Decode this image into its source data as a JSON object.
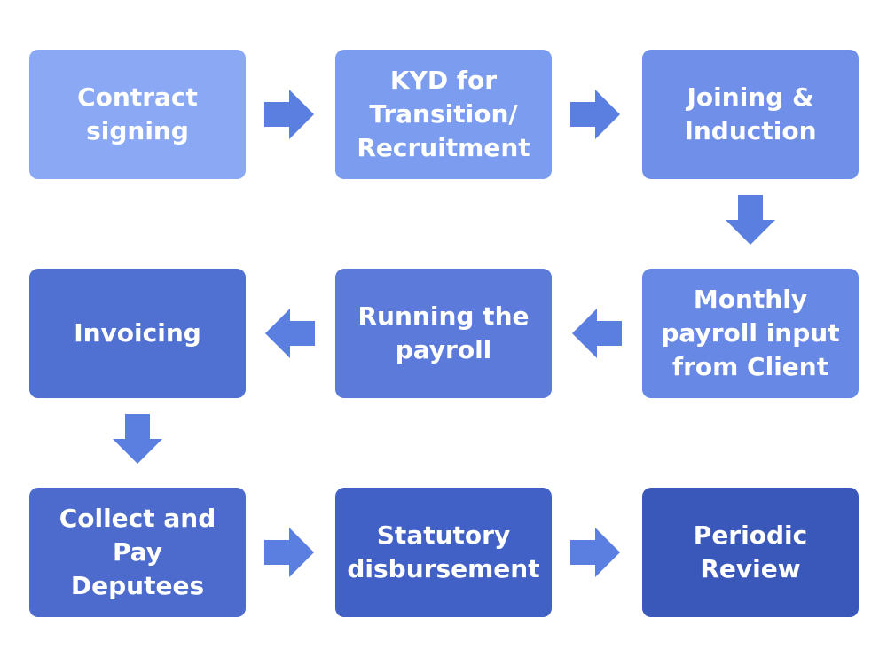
{
  "colors": {
    "arrow": "#5b7fe0",
    "b1": "#8aa8f4",
    "b2": "#7c9cf0",
    "b3": "#6f8fe9",
    "b4": "#6888e6",
    "b5": "#5b7ad9",
    "b6": "#5171d2",
    "b7": "#4c6bcd",
    "b8": "#4261c6",
    "b9": "#3a57ba"
  },
  "steps": [
    {
      "label": "Contract\nsigning"
    },
    {
      "label": "KYD for\nTransition/\nRecruitment"
    },
    {
      "label": "Joining &\nInduction"
    },
    {
      "label": "Monthly\npayroll input\nfrom Client"
    },
    {
      "label": "Running the\npayroll"
    },
    {
      "label": "Invoicing"
    },
    {
      "label": "Collect and Pay\nDeputees"
    },
    {
      "label": "Statutory\ndisbursement"
    },
    {
      "label": "Periodic\nReview"
    }
  ]
}
